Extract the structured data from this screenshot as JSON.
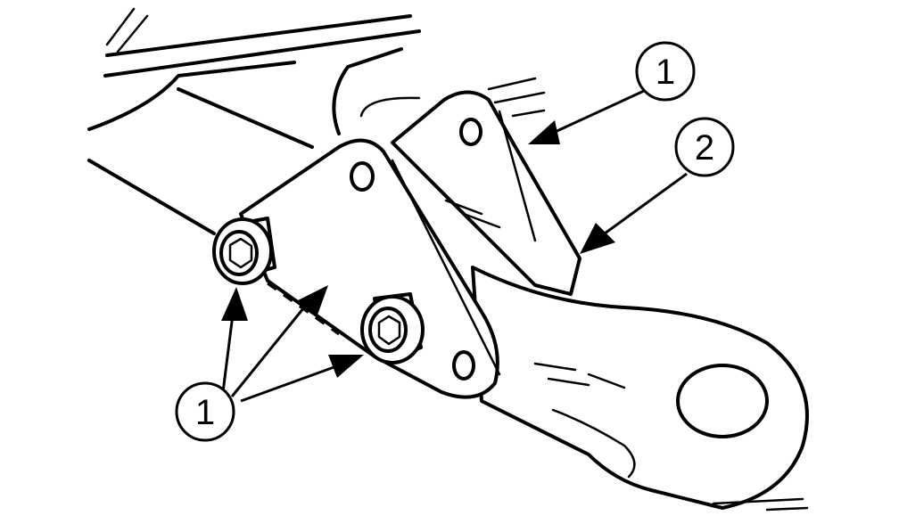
{
  "callouts": {
    "top_right_1": "1",
    "right_2": "2",
    "bottom_left_1": "1"
  },
  "colors": {
    "ink": "#000000",
    "paper": "#ffffff"
  }
}
